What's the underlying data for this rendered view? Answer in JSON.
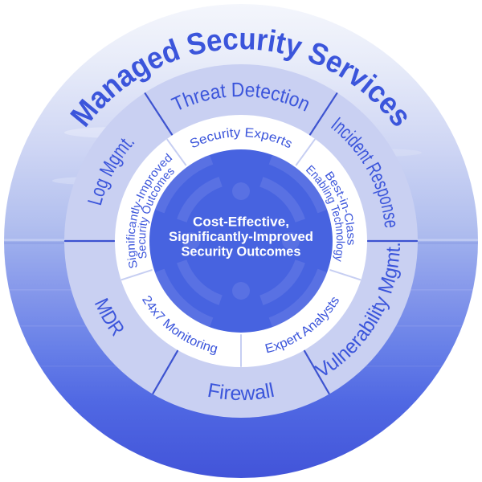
{
  "diagram": {
    "title": "Managed Security Services",
    "middle_ring": {
      "segments": [
        {
          "label": "Threat Detection"
        },
        {
          "label": "Incident Response"
        },
        {
          "label": "Vulnerability Mgmt."
        },
        {
          "label": "Firewall"
        },
        {
          "label": "MDR"
        },
        {
          "label": "Log Mgmt."
        }
      ]
    },
    "white_ring": {
      "segments": [
        {
          "label": "Security Experts"
        },
        {
          "label_line1": "Best-in-Class",
          "label_line2": "Enabling Technology"
        },
        {
          "label": "Expert Analysts"
        },
        {
          "label": "24x7 Monitoring"
        },
        {
          "label_line1": "Significantly-Improved",
          "label_line2": "Security Outcomes"
        }
      ]
    },
    "center_circle": {
      "line1": "Cost-Effective,",
      "line2": "Significantly-Improved",
      "line3": "Security Outcomes"
    },
    "colors": {
      "accent_blue": "#3B55DB",
      "divider_blue": "#3D53D0",
      "ring_lavender": "#C9D0F2",
      "white_ring": "#FFFFFF",
      "white_divider": "#C6CEF2",
      "center_blue": "#4763E0",
      "watermark_blue": "#7285E8",
      "outer_top": "#F4F6FC",
      "outer_bottom": "#4254D9",
      "center_text": "#FFFFFF"
    }
  }
}
